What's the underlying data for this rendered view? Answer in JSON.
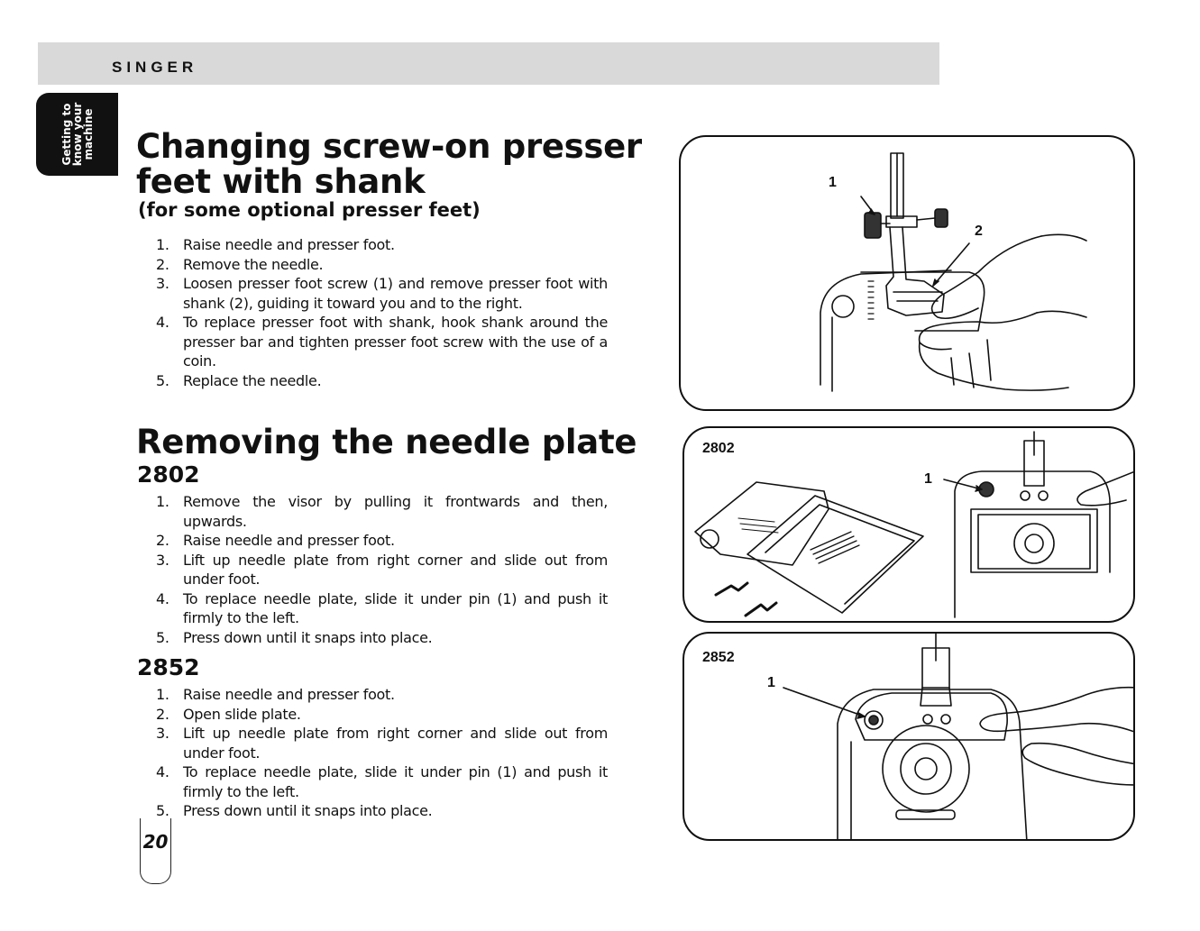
{
  "header": {
    "brand": "SINGER"
  },
  "side_tab": {
    "lines": [
      "Getting to",
      "know your",
      "machine"
    ]
  },
  "section1": {
    "title_line1": "Changing screw-on presser",
    "title_line2": "feet with shank",
    "subtitle": "(for some optional presser feet)",
    "steps": [
      {
        "num": "1.",
        "text": "Raise needle and presser foot."
      },
      {
        "num": "2.",
        "text": "Remove the needle."
      },
      {
        "num": "3.",
        "text": "Loosen presser foot screw (1) and remove presser foot with shank (2), guiding it toward you and to the right."
      },
      {
        "num": "4.",
        "text": "To replace presser foot with shank, hook shank around the presser bar and tighten presser foot screw with the use of a coin."
      },
      {
        "num": "5.",
        "text": "Replace the needle."
      }
    ]
  },
  "section2": {
    "title": "Removing the needle plate",
    "model_2802": {
      "label": "2802",
      "steps": [
        {
          "num": "1.",
          "text": "Remove the visor by pulling it frontwards and then, upwards."
        },
        {
          "num": "2.",
          "text": "Raise needle and presser foot."
        },
        {
          "num": "3.",
          "text": "Lift up needle plate from right corner and slide out from under foot."
        },
        {
          "num": "4.",
          "text": "To replace needle plate, slide it under pin (1) and push it firmly to the left."
        },
        {
          "num": "5.",
          "text": "Press down until it snaps into place."
        }
      ]
    },
    "model_2852": {
      "label": "2852",
      "steps": [
        {
          "num": "1.",
          "text": "Raise needle and presser foot."
        },
        {
          "num": "2.",
          "text": "Open slide plate."
        },
        {
          "num": "3.",
          "text": "Lift up needle plate from right corner and slide out from under foot."
        },
        {
          "num": "4.",
          "text": "To replace needle plate, slide it under pin (1) and push it firmly to the left."
        },
        {
          "num": "5.",
          "text": "Press down until it snaps into place."
        }
      ]
    }
  },
  "figures": {
    "fig1": {
      "callout1": "1",
      "callout2": "2"
    },
    "fig2": {
      "model": "2802",
      "callout1": "1"
    },
    "fig3": {
      "model": "2852",
      "callout1": "1"
    }
  },
  "page_number": "20"
}
